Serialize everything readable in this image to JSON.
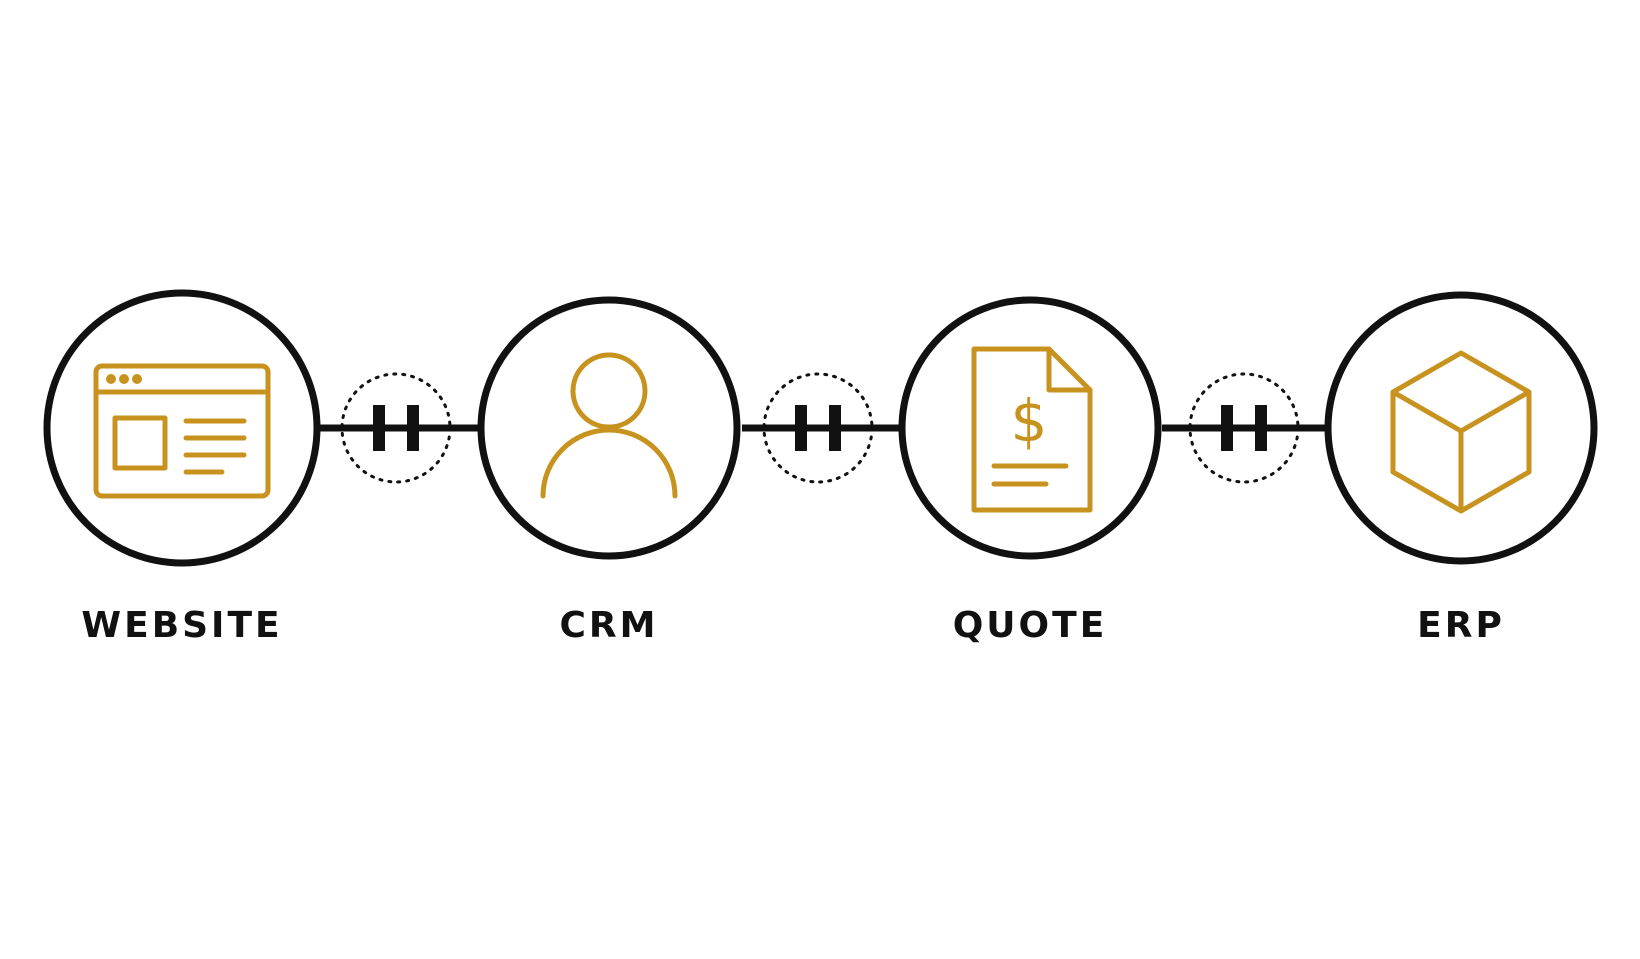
{
  "colors": {
    "background": "#ffffff",
    "stroke": "#111111",
    "accent": "#c8921e"
  },
  "nodes": [
    {
      "label": "WEBSITE",
      "icon": "browser-window-icon"
    },
    {
      "label": "CRM",
      "icon": "user-icon"
    },
    {
      "label": "QUOTE",
      "icon": "invoice-document-icon"
    },
    {
      "label": "ERP",
      "icon": "cube-icon"
    }
  ],
  "connectors": [
    {
      "from": "WEBSITE",
      "to": "CRM",
      "icon": "plug-connector-icon"
    },
    {
      "from": "CRM",
      "to": "QUOTE",
      "icon": "plug-connector-icon"
    },
    {
      "from": "QUOTE",
      "to": "ERP",
      "icon": "plug-connector-icon"
    }
  ]
}
